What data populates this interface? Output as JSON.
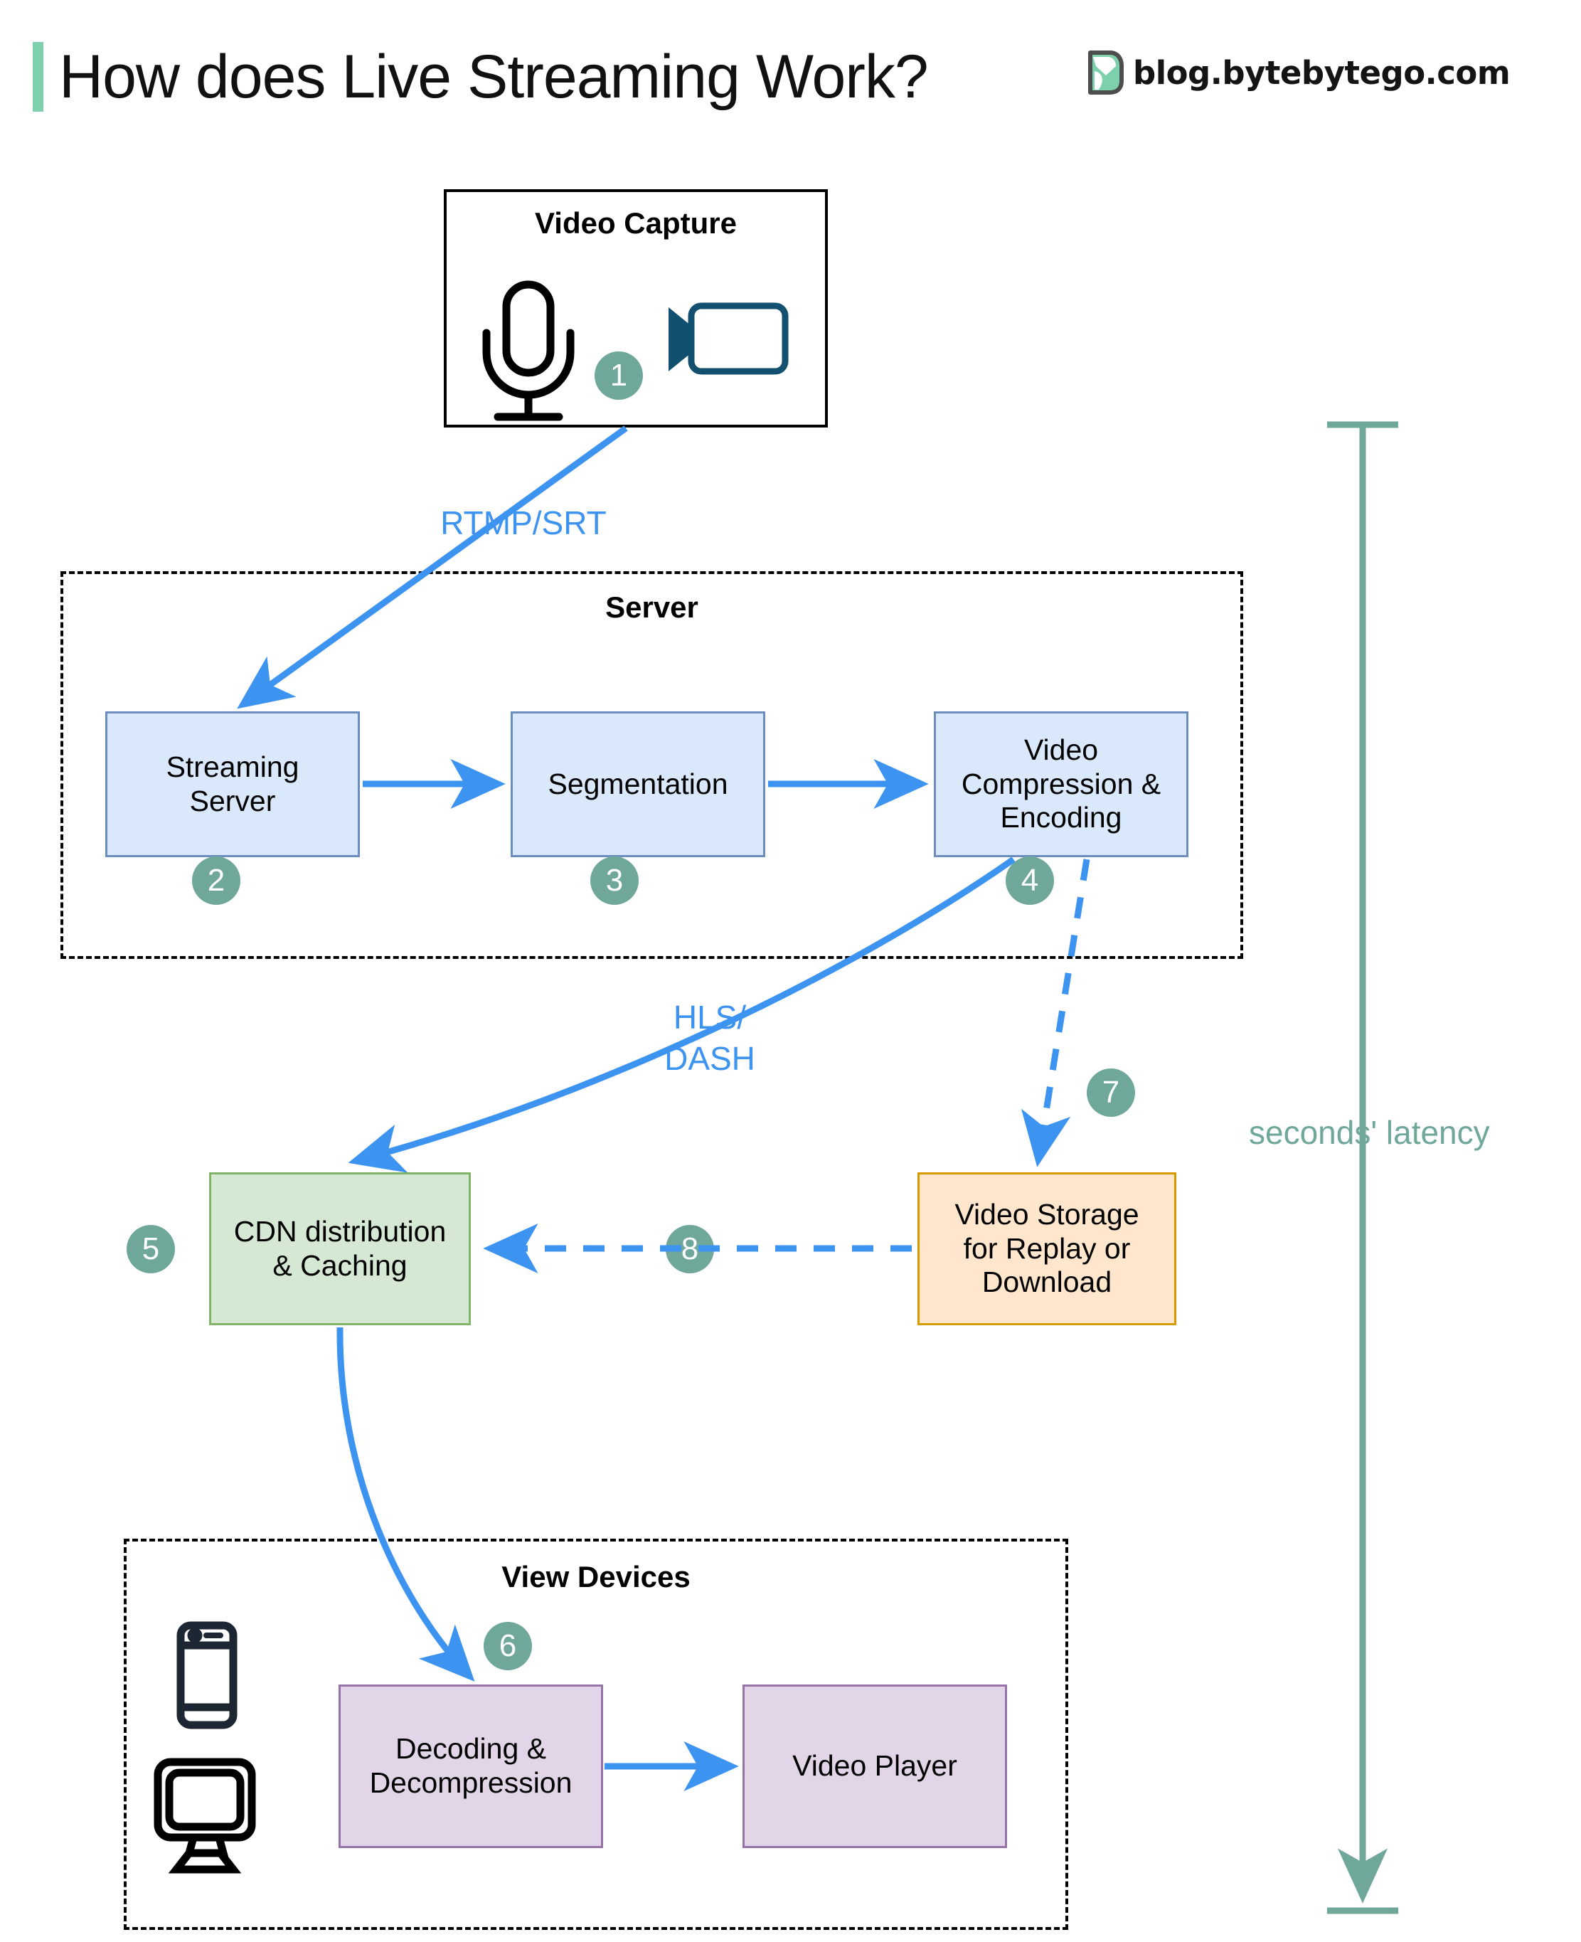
{
  "header": {
    "title": "How does Live Streaming Work?",
    "brand_text": "blog.bytebytego.com",
    "accent_color": "#7cd0ab"
  },
  "colors": {
    "badge": "#6fa79a",
    "edge_blue": "#3d93f0",
    "latency": "#6fa79a",
    "blue_fill": "#dae8fc",
    "blue_stroke": "#6c8ebf",
    "green_fill": "#d5e8d4",
    "green_stroke": "#82b366",
    "orange_fill": "#ffe6cc",
    "orange_stroke": "#d79b00",
    "purple_fill": "#e1d5e7",
    "purple_stroke": "#9673a6",
    "camera_icon": "#12506f",
    "phone_icon": "#1d2733"
  },
  "groups": [
    {
      "id": "video-capture",
      "title": "Video Capture"
    },
    {
      "id": "server",
      "title": "Server"
    },
    {
      "id": "view-devices",
      "title": "View Devices"
    }
  ],
  "nodes": [
    {
      "id": "streaming-server",
      "label": "Streaming\nServer",
      "step": "2"
    },
    {
      "id": "segmentation",
      "label": "Segmentation",
      "step": "3"
    },
    {
      "id": "video-compression",
      "label": "Video\nCompression &\nEncoding",
      "step": "4"
    },
    {
      "id": "cdn",
      "label": "CDN distribution\n& Caching",
      "step": "5"
    },
    {
      "id": "video-storage",
      "label": "Video Storage\nfor Replay or\nDownload",
      "step": "7"
    },
    {
      "id": "decoding",
      "label": "Decoding &\nDecompression",
      "step": "6"
    },
    {
      "id": "video-player",
      "label": "Video Player",
      "step": ""
    }
  ],
  "badges": {
    "capture": "1",
    "streaming_server": "2",
    "segmentation": "3",
    "video_compression": "4",
    "cdn": "5",
    "decoding": "6",
    "storage": "7",
    "storage_to_cdn": "8"
  },
  "edge_labels": {
    "rtmp_srt": "RTMP/SRT",
    "hls": "HLS/",
    "dash": "DASH"
  },
  "annotations": {
    "latency": "seconds' latency"
  },
  "icons": {
    "microphone": "microphone-icon",
    "video_camera": "video-camera-icon",
    "phone": "phone-icon",
    "monitor": "monitor-icon",
    "brand_logo": "bytebytego-logo-icon"
  }
}
